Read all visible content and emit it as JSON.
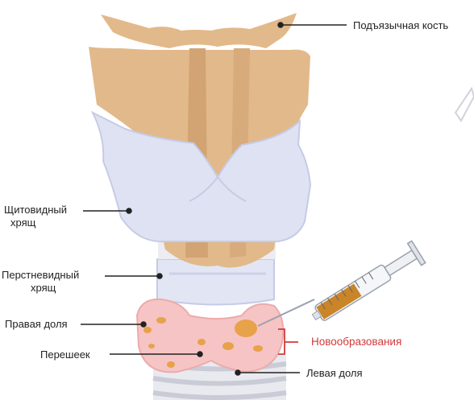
{
  "labels": {
    "hyoid_bone": "Подъязычная кость",
    "thyroid_cartilage_line1": "Щитовидный",
    "thyroid_cartilage_line2": "хрящ",
    "cricoid_cartilage_line1": "Перстневидный",
    "cricoid_cartilage_line2": "хрящ",
    "right_lobe": "Правая доля",
    "isthmus": "Перешеек",
    "left_lobe": "Левая доля",
    "neoplasms": "Новообразования"
  },
  "colors": {
    "bone": "#e2b98a",
    "bone_dark": "#d2a474",
    "cartilage": "#dfe2f2",
    "cartilage_edge": "#c6cbe6",
    "thyroid_gland": "#f6c4c4",
    "nodule": "#e7a24a",
    "syringe_fluid": "#c98527",
    "accent_red": "#d23a3a",
    "leader_line": "#222222"
  }
}
